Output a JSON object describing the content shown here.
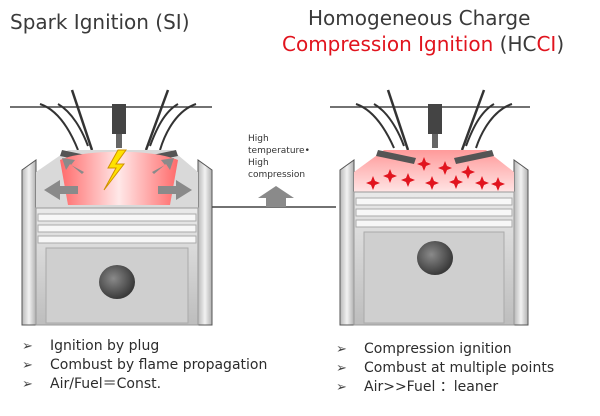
{
  "titles": {
    "si": "Spark Ignition (SI)",
    "hcci_line1": "Homogeneous Charge",
    "hcci_line2_red": "Compression Ignition ",
    "hcci_paren_open": "(",
    "hcci_hc": "HC",
    "hcci_ci": "CI",
    "hcci_paren_close": ")"
  },
  "middle": {
    "line1": "High",
    "line2": "temperature•",
    "line3": "High",
    "line4": "compression"
  },
  "bullet_glyph": "➢",
  "si_points": [
    "Ignition by plug",
    "Combust by flame propagation",
    "Air/Fuel＝Const."
  ],
  "hcci_points": [
    "Compression ignition",
    "Combust at multiple points",
    "Air>>Fuel  ：leaner"
  ],
  "colors": {
    "accent_red": "#e1141e",
    "title_grey": "#3a3a3a",
    "metal_light": "#e6e6e6",
    "metal_dark": "#9a9a9a"
  }
}
